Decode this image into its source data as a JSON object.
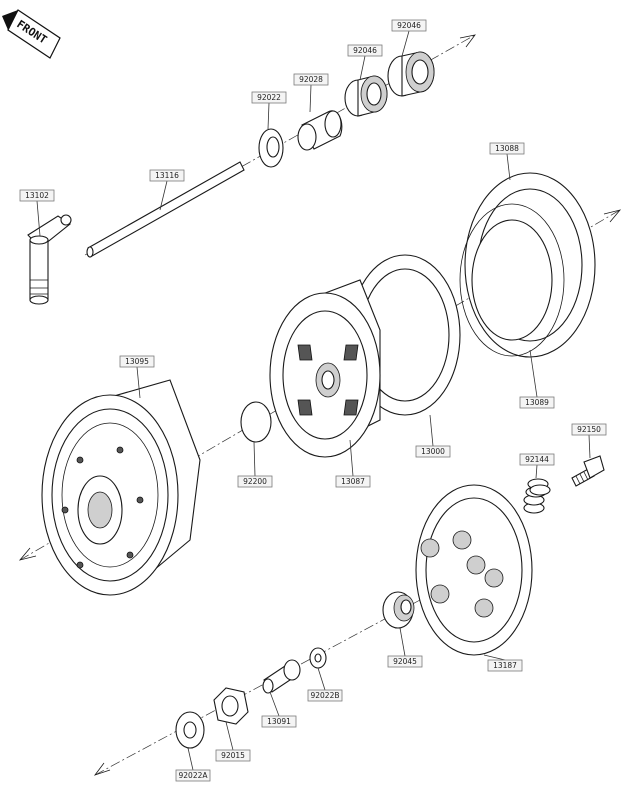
{
  "front_badge": {
    "text": "FRONT"
  },
  "part_labels": [
    {
      "id": "92046a",
      "text": "92046"
    },
    {
      "id": "92046b",
      "text": "92046"
    },
    {
      "id": "92028",
      "text": "92028"
    },
    {
      "id": "92022",
      "text": "92022"
    },
    {
      "id": "13116",
      "text": "13116"
    },
    {
      "id": "13102",
      "text": "13102"
    },
    {
      "id": "13088",
      "text": "13088"
    },
    {
      "id": "13089",
      "text": "13089"
    },
    {
      "id": "13095",
      "text": "13095"
    },
    {
      "id": "92200",
      "text": "92200"
    },
    {
      "id": "13087",
      "text": "13087"
    },
    {
      "id": "13000",
      "text": "13000"
    },
    {
      "id": "92150",
      "text": "92150"
    },
    {
      "id": "92144",
      "text": "92144"
    },
    {
      "id": "92045",
      "text": "92045"
    },
    {
      "id": "13187",
      "text": "13187"
    },
    {
      "id": "92022B",
      "text": "92022B"
    },
    {
      "id": "13091",
      "text": "13091"
    },
    {
      "id": "92015",
      "text": "92015"
    },
    {
      "id": "92022A",
      "text": "92022A"
    }
  ],
  "colors": {
    "line": "#1a1a1a",
    "label_fill": "#f4f4f4",
    "label_stroke": "#7a7a7a"
  }
}
